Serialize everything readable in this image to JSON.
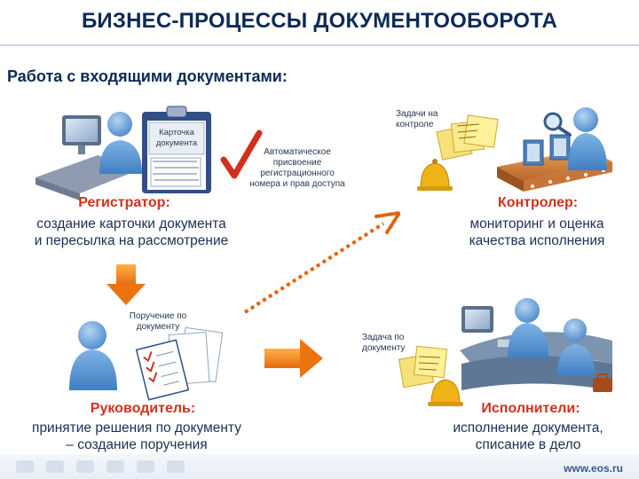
{
  "title": "БИЗНЕС-ПРОЦЕССЫ ДОКУМЕНТООБОРОТА",
  "subtitle": "Работа с входящими документами:",
  "doc_card_label": [
    "Карточка",
    "документа"
  ],
  "auto_note": [
    "Автоматическое",
    "присвоение",
    "регистрационного",
    "номера и прав доступа"
  ],
  "tasks_note": [
    "Задачи на",
    "контроле"
  ],
  "order_note": [
    "Поручение по",
    "документу"
  ],
  "task_note": [
    "Задача по",
    "документу"
  ],
  "roles": {
    "registrar": {
      "title": "Регистратор:",
      "line1": "создание карточки документа",
      "line2": "и пересылка на рассмотрение"
    },
    "controller": {
      "title": "Контролер:",
      "line1": "мониторинг и оценка",
      "line2": "качества исполнения"
    },
    "manager": {
      "title": "Руководитель:",
      "line1": "принятие решения по документу",
      "line2": "– создание поручения"
    },
    "executors": {
      "title": "Исполнители:",
      "line1": "исполнение документа,",
      "line2": "списание в дело"
    }
  },
  "footer_url": "www.eos.ru",
  "colors": {
    "accent_red": "#d0311d",
    "title_navy": "#0d2a57",
    "arrow_orange": "#f07c14",
    "person_blue": "#5b9bd5"
  },
  "icons": [
    "person-icon",
    "computer-icon",
    "clipboard-icon",
    "checkmark-icon",
    "bell-icon",
    "sticky-notes-icon",
    "magnifier-icon",
    "conveyor-icon",
    "arrow-down-icon",
    "arrow-right-icon",
    "dotted-arrow-icon"
  ]
}
